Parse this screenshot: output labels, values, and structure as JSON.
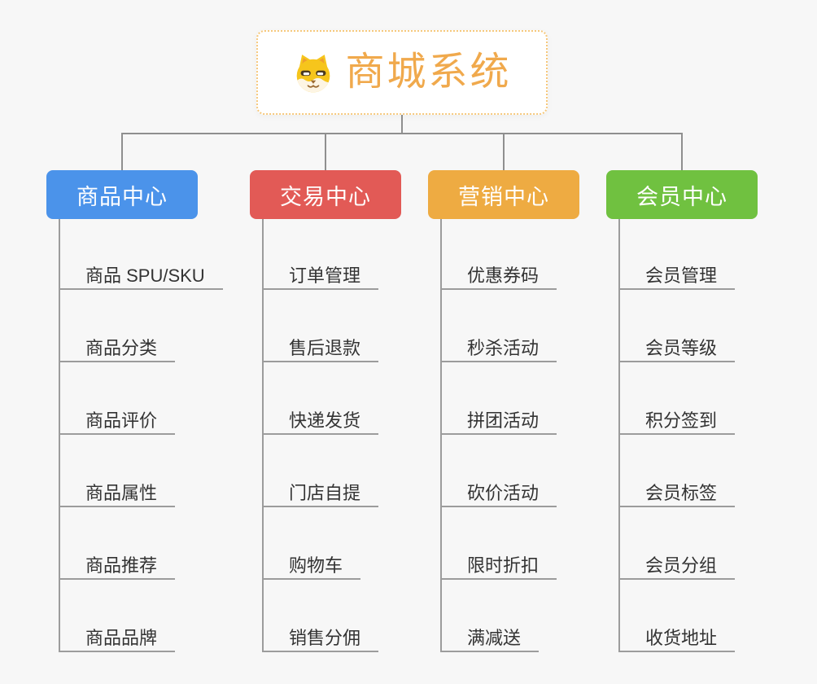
{
  "canvas": {
    "background": "#f7f7f7",
    "connector_color": "#8f8f8f",
    "underline_color": "#9c9c9c",
    "item_text_color": "#333333"
  },
  "root": {
    "title": "商城系统",
    "icon": "dog-face-icon",
    "text_color": "#f0a94c",
    "border_color": "#f6c87c"
  },
  "branches": [
    {
      "label": "商品中心",
      "color": "#4b93ea",
      "items": [
        "商品 SPU/SKU",
        "商品分类",
        "商品评价",
        "商品属性",
        "商品推荐",
        "商品品牌"
      ]
    },
    {
      "label": "交易中心",
      "color": "#e25a56",
      "items": [
        "订单管理",
        "售后退款",
        "快递发货",
        "门店自提",
        "购物车",
        "销售分佣"
      ]
    },
    {
      "label": "营销中心",
      "color": "#eeab42",
      "items": [
        "优惠券码",
        "秒杀活动",
        "拼团活动",
        "砍价活动",
        "限时折扣",
        "满减送"
      ]
    },
    {
      "label": "会员中心",
      "color": "#70c140",
      "items": [
        "会员管理",
        "会员等级",
        "积分签到",
        "会员标签",
        "会员分组",
        "收货地址"
      ]
    }
  ]
}
